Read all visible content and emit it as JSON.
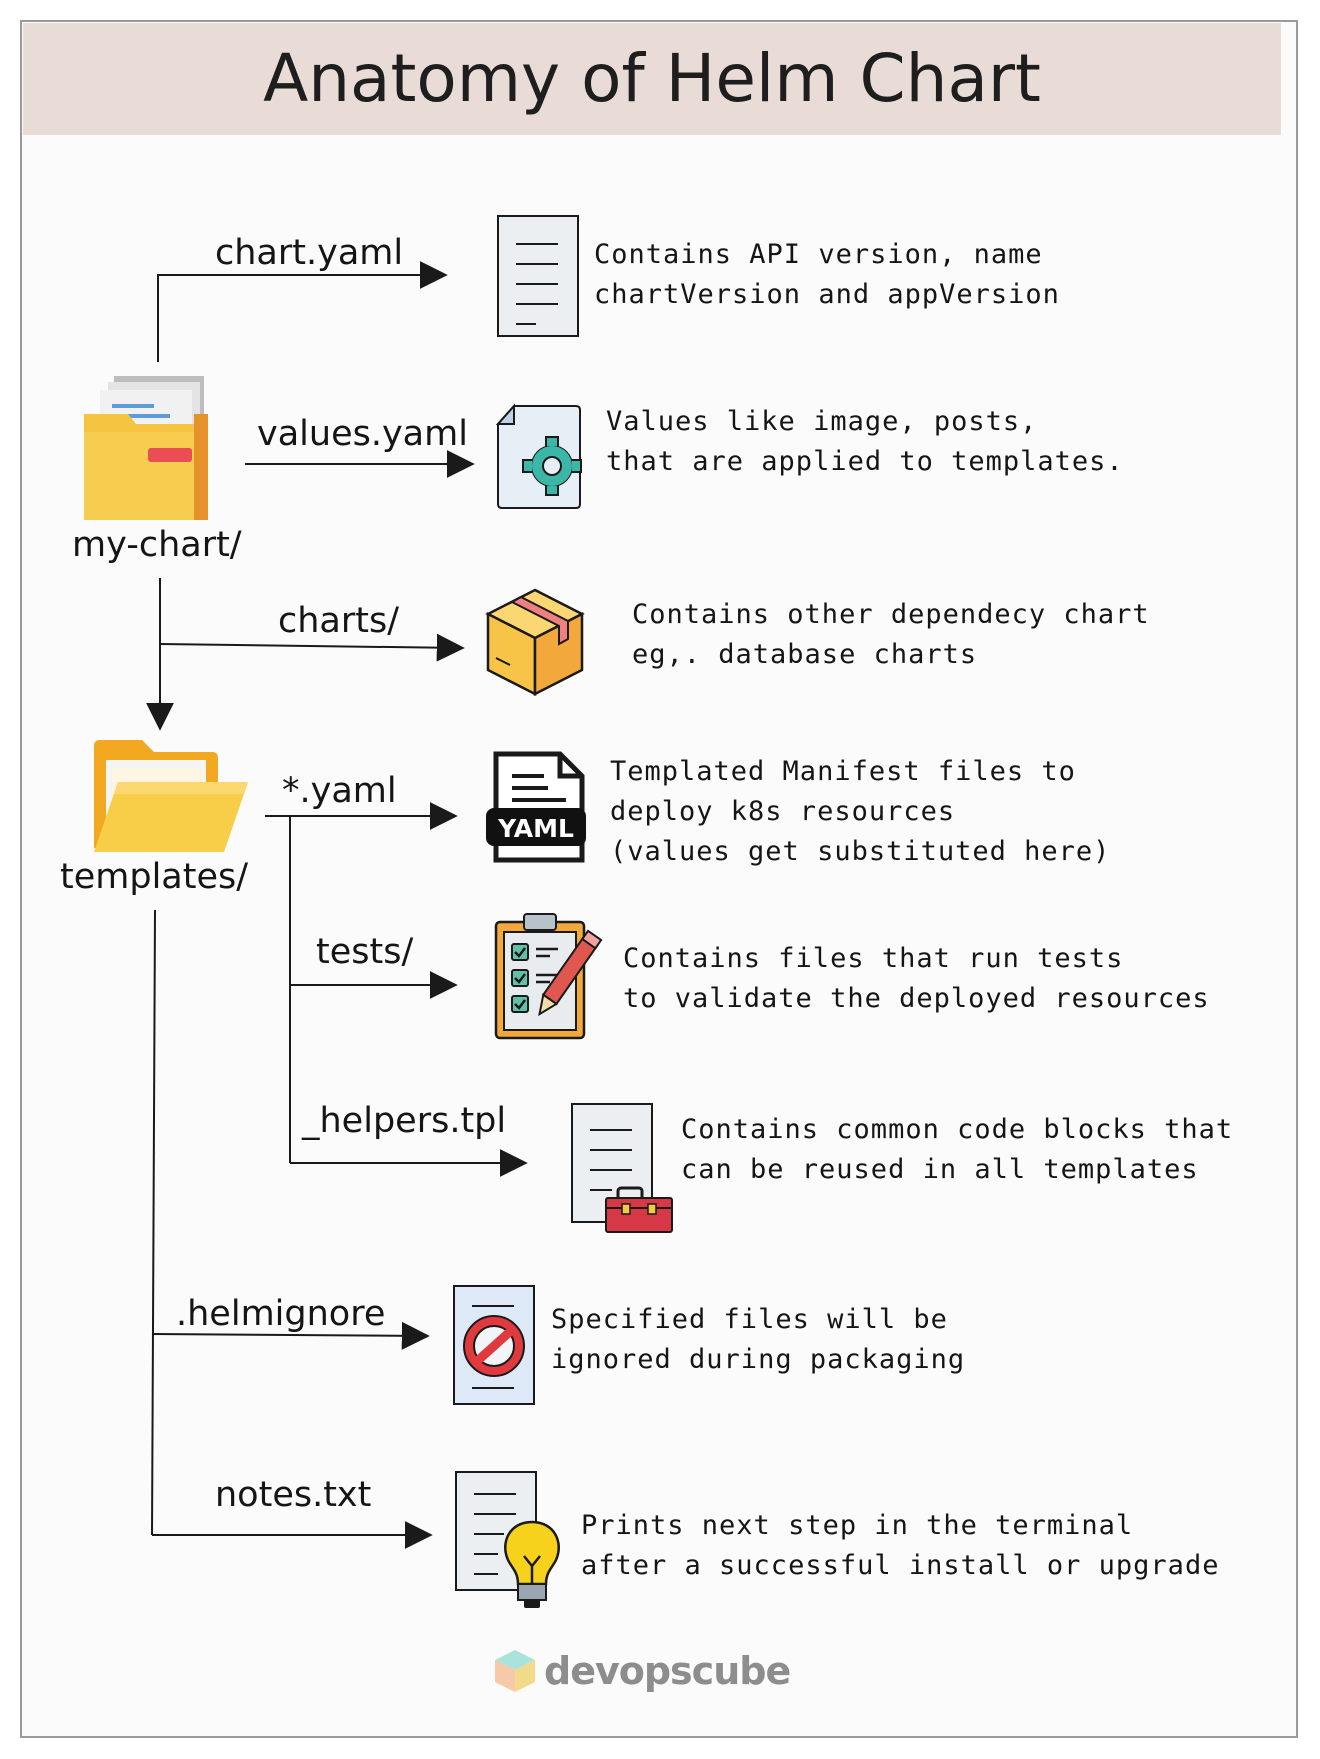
{
  "title": "Anatomy of Helm Chart",
  "nodes": {
    "root": "my-chart/",
    "templates": "templates/"
  },
  "items": [
    {
      "name": "chart.yaml",
      "icon": "document-icon",
      "lines": [
        "Contains API version, name",
        "chartVersion and appVersion"
      ]
    },
    {
      "name": "values.yaml",
      "icon": "settings-file-icon",
      "lines": [
        "Values like image, posts,",
        "that are applied to templates."
      ]
    },
    {
      "name": "charts/",
      "icon": "package-box-icon",
      "lines": [
        "Contains other dependecy chart",
        "eg,. database charts"
      ]
    },
    {
      "name": "*.yaml",
      "icon": "yaml-file-icon",
      "badge": "YAML",
      "lines": [
        "Templated Manifest files to",
        "deploy k8s resources",
        "(values get substituted here)"
      ]
    },
    {
      "name": "tests/",
      "icon": "checklist-clipboard-icon",
      "lines": [
        "Contains files that run tests",
        "to validate the deployed resources"
      ]
    },
    {
      "name": "_helpers.tpl",
      "icon": "document-toolbox-icon",
      "lines": [
        "Contains common code blocks that",
        "can be reused in all templates"
      ]
    },
    {
      "name": ".helmignore",
      "icon": "document-forbidden-icon",
      "lines": [
        "Specified files will be",
        "ignored during packaging"
      ]
    },
    {
      "name": "notes.txt",
      "icon": "document-lightbulb-icon",
      "lines": [
        "Prints next step in the terminal",
        "after a successful install or upgrade"
      ]
    }
  ],
  "brand": {
    "name": "devopscube"
  },
  "colors": {
    "title_bg": "#e9dcd6",
    "canvas_bg": "#fafbfa",
    "line": "#1a1a1a",
    "folder": "#f5c542",
    "gear": "#3cb7a7",
    "box": "#f7c448",
    "pencil": "#e0574f",
    "toolbox": "#d63945",
    "forbidden": "#e0393e",
    "bulb": "#f7d21d"
  }
}
